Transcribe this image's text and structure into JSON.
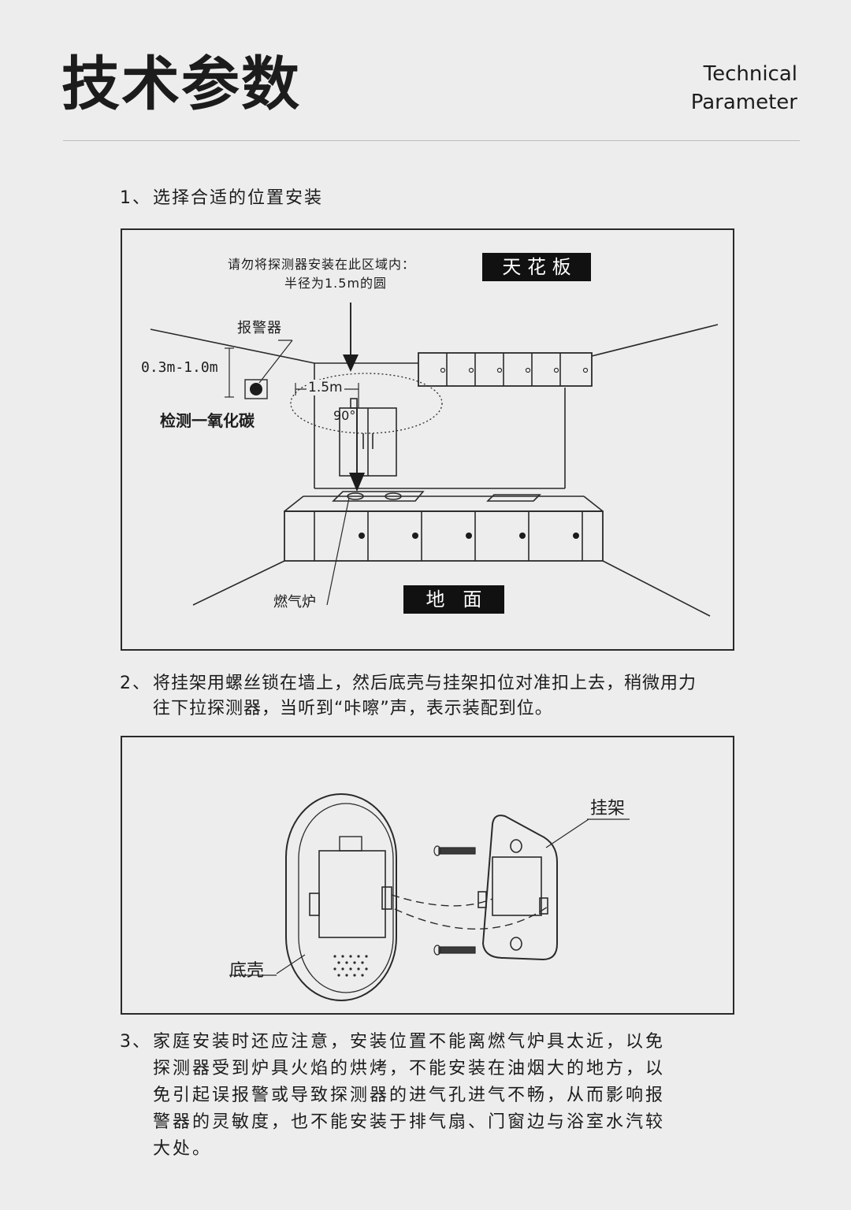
{
  "header": {
    "title_cn": "技术参数",
    "title_en_line1": "Technical",
    "title_en_line2": "Parameter"
  },
  "section1": {
    "number": "1、",
    "heading": "选择合适的位置安装",
    "diagram": {
      "warning_line1": "请勿将探测器安装在此区域内：",
      "warning_line2": "半径为1.5m的圆",
      "ceiling_label": "天 花 板",
      "alarm_label": "报警器",
      "distance_label": "0.3m-1.0m",
      "detect_label": "检测一氧化碳",
      "radius_label": "1.5m",
      "angle_label": "90°",
      "stove_label": "燃气炉",
      "floor_label": "地   面"
    }
  },
  "section2": {
    "number": "2、",
    "text_line1": "将挂架用螺丝锁在墙上，然后底壳与挂架扣位对准扣上去，稍微用力",
    "text_line2": "往下拉探测器，当听到“咔嚓”声，表示装配到位。",
    "diagram": {
      "bracket_label": "挂架",
      "base_label": "底壳"
    }
  },
  "section3": {
    "number": "3、",
    "lines": [
      "家庭安装时还应注意，安装位置不能离燃气炉具太近，以免",
      "探测器受到炉具火焰的烘烤，不能安装在油烟大的地方，以",
      "免引起误报警或导致探测器的进气孔进气不畅，从而影响报",
      "警器的灵敏度，也不能安装于排气扇、门窗边与浴室水汽较",
      "大处。"
    ]
  }
}
